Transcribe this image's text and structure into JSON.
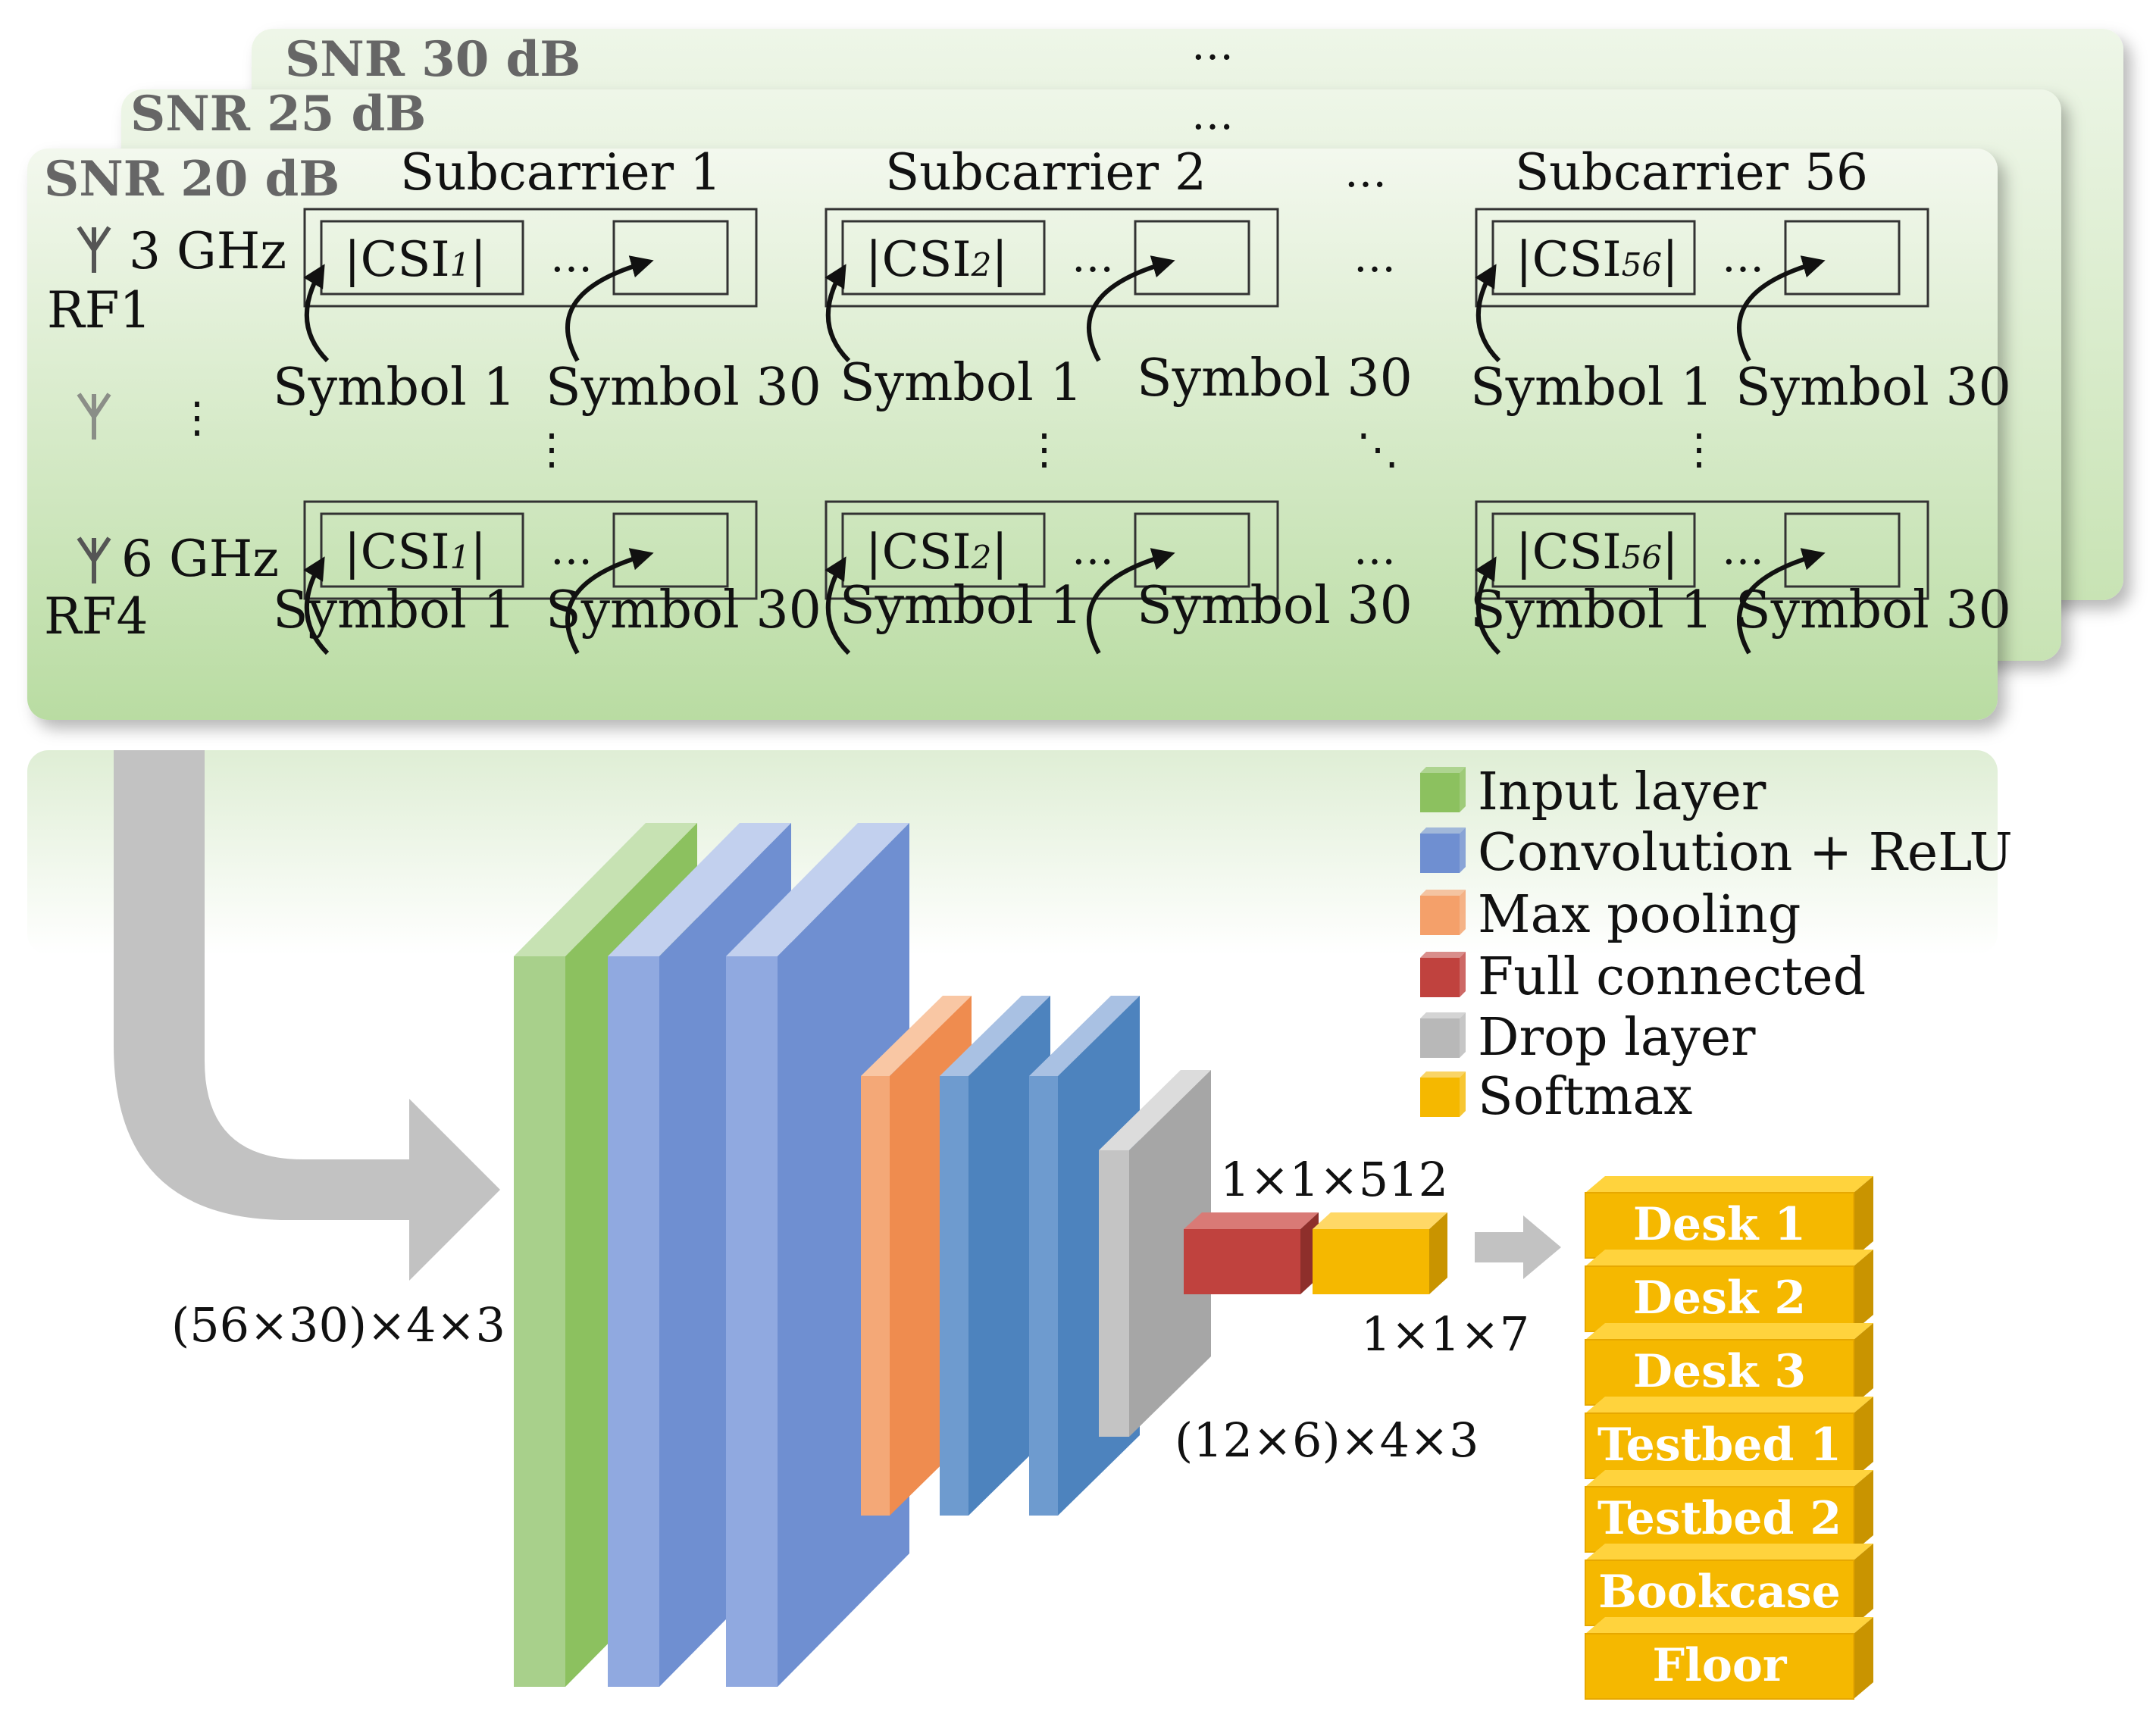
{
  "panels": {
    "snr_back": "SNR 30 dB",
    "snr_mid": "SNR 25 dB",
    "snr_front": "SNR 20 dB",
    "ellipsis": "…"
  },
  "subcarriers": [
    {
      "title": "Subcarrier 1",
      "csi_main": "|CSI",
      "csi_sub": "1",
      "csi_end": "|"
    },
    {
      "title": "Subcarrier 2",
      "csi_main": "|CSI",
      "csi_sub": "2",
      "csi_end": "|"
    },
    {
      "title": "Subcarrier 56",
      "csi_main": "|CSI",
      "csi_sub": "56",
      "csi_end": "|"
    }
  ],
  "antennas": {
    "top_freq": "3 GHz",
    "top_rf": "RF1",
    "bottom_freq": "6 GHz",
    "bottom_rf": "RF4"
  },
  "symbols": {
    "first": "Symbol 1",
    "last": "Symbol 30"
  },
  "ellipses": {
    "horizontal": "…",
    "vertical": "⋮",
    "diagonal": "⋱"
  },
  "legend": [
    {
      "label": "Input layer",
      "color": "#8cc15f"
    },
    {
      "label": "Convolution + ReLU",
      "color": "#6f8fd1"
    },
    {
      "label": "Max pooling",
      "color": "#f4a06a"
    },
    {
      "label": "Full connected",
      "color": "#c0423e"
    },
    {
      "label": "Drop layer",
      "color": "#b8b8b8"
    },
    {
      "label": "Softmax",
      "color": "#f5b800"
    }
  ],
  "dimensions": {
    "input": "(56×30)×4×3",
    "fc": "1×1×512",
    "softmax": "1×1×7",
    "drop": "(12×6)×4×3"
  },
  "classes": [
    "Desk 1",
    "Desk 2",
    "Desk 3",
    "Testbed 1",
    "Testbed 2",
    "Bookcase",
    "Floor"
  ]
}
